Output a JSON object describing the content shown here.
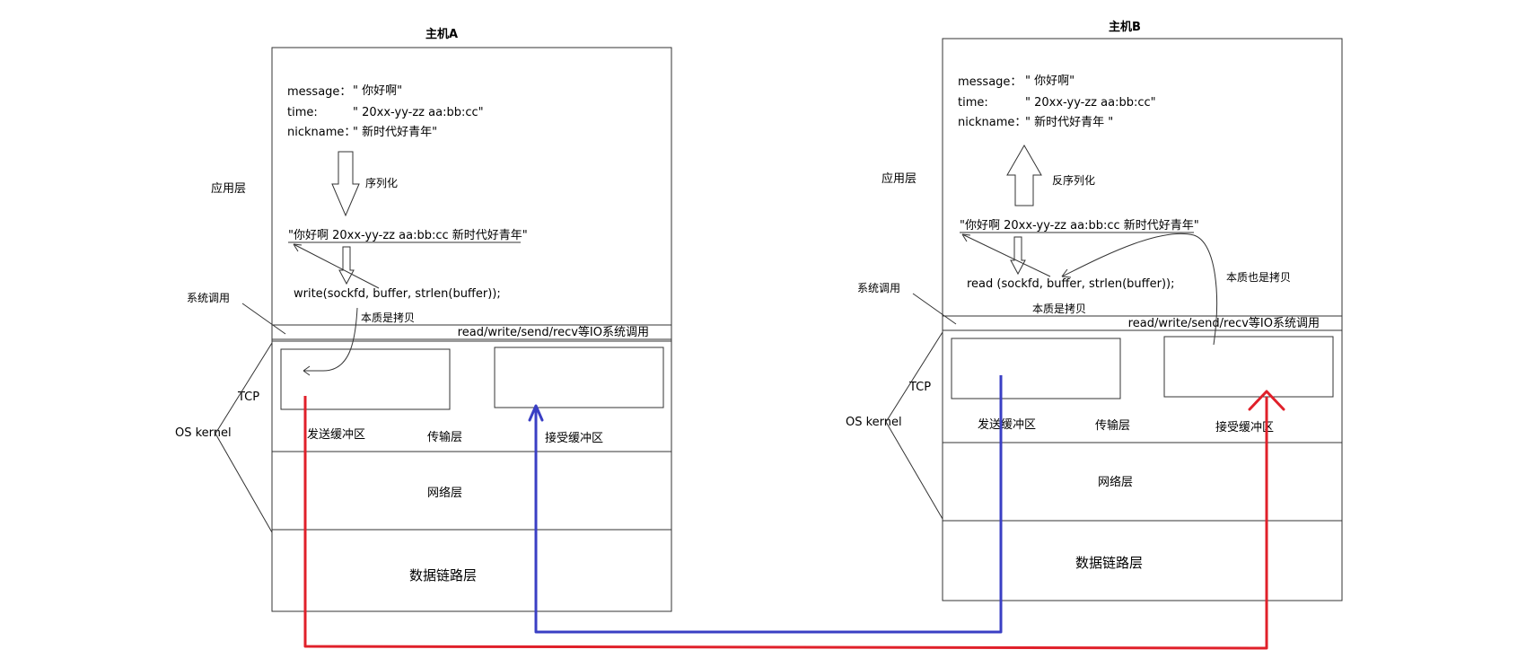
{
  "colors": {
    "send_path": "#e0202a",
    "recv_path": "#3a3fc4",
    "line": "#333333"
  },
  "hostA": {
    "title": "主机A",
    "msg": {
      "message_label": "message：",
      "message_value": "\" 你好啊\"",
      "time_label": "time:",
      "time_value": "\" 20xx-yy-zz aa:bb:cc\"",
      "nickname_label": "nickname：",
      "nickname_value": "\" 新时代好青年\""
    },
    "serialize_label": "序列化",
    "serialized": "\"你好啊 20xx-yy-zz aa:bb:cc 新时代好青年\"",
    "syscall_code": "write(sockfd, buffer, strlen(buffer));",
    "copy_note": "本质是拷贝",
    "io_bar": "read/write/send/recv等IO系统调用",
    "send_buffer": "发送缓冲区",
    "transport": "传输层",
    "recv_buffer": "接受缓冲区",
    "network": "网络层",
    "datalink": "数据链路层",
    "side": {
      "app": "应用层",
      "syscall": "系统调用",
      "tcp": "TCP",
      "os": "OS kernel"
    }
  },
  "hostB": {
    "title": "主机B",
    "msg": {
      "message_label": "message：",
      "message_value": "\" 你好啊\"",
      "time_label": "time:",
      "time_value": "\" 20xx-yy-zz aa:bb:cc\"",
      "nickname_label": "nickname：",
      "nickname_value": "\" 新时代好青年 \""
    },
    "deserialize_label": "反序列化",
    "serialized": "\"你好啊 20xx-yy-zz aa:bb:cc 新时代好青年\"",
    "syscall_code": "read (sockfd, buffer, strlen(buffer));",
    "copy_note": "本质是拷贝",
    "copy_note_also": "本质也是拷贝",
    "io_bar": "read/write/send/recv等IO系统调用",
    "send_buffer": "发送缓冲区",
    "transport": "传输层",
    "recv_buffer": "接受缓冲区",
    "network": "网络层",
    "datalink": "数据链路层",
    "side": {
      "app": "应用层",
      "syscall": "系统调用",
      "tcp": "TCP",
      "os": "OS kernel"
    }
  }
}
